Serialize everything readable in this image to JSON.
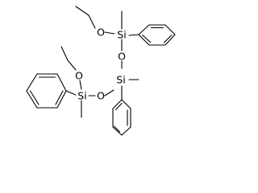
{
  "diagram": {
    "type": "chemical-structure",
    "atoms": {
      "o_ethoxy_top": "O",
      "si_top": "Si",
      "o_bridge_top": "O",
      "o_ethoxy_left": "O",
      "si_left": "Si",
      "o_bridge_left": "O",
      "si_center": "Si"
    },
    "colors": {
      "bond": "#000000",
      "label": "#000000",
      "background": "#ffffff"
    }
  }
}
